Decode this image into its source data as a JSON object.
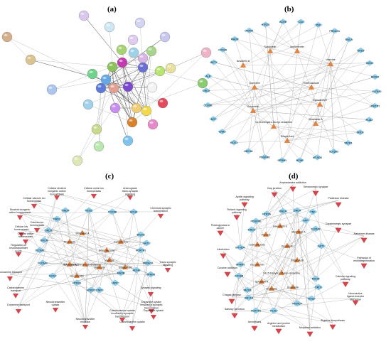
{
  "panels": [
    {
      "id": "a",
      "letter": "(a)"
    },
    {
      "id": "b",
      "letter": "(b)"
    },
    {
      "id": "c",
      "letter": "(c)"
    },
    {
      "id": "d",
      "letter": "(d)"
    }
  ],
  "panel_b": {
    "targets": [
      "TNF",
      "PRKACA",
      "SNCA",
      "DRD3",
      "NOS2",
      "NR3C2",
      "SLC6A2",
      "HCRTR1",
      "PLAU",
      "DRD1",
      "TACR1",
      "SLC6A3",
      "MT-ND4",
      "BCHE",
      "OPRM1",
      "PDGFRB",
      "AMY1A",
      "NOS1",
      "CNR1",
      "APP",
      "COX8B",
      "DRD4",
      "ALB",
      "AKT1",
      "HTR2A",
      "MAOB",
      "DRMT1",
      "HTR2C",
      "ACHE",
      "CA4"
    ],
    "compounds": [
      "Scopoletin",
      "Isocorilentin",
      "Isovalerin A",
      "Vasicine",
      "Quercetin",
      "Enterolactone",
      "Ganoderin E",
      "Scopoletin",
      "Biochanin A",
      "14,15-Dehydro-16-epi-vincamine",
      "Ellagic Acid"
    ]
  },
  "panel_c": {
    "targets": [
      "DRD4",
      "NOS2",
      "COX8B",
      "BCHE",
      "DRD1",
      "DRD3",
      "SNCA",
      "TACR1",
      "SLC6A2",
      "SLC6A3",
      "NOS1",
      "HTR2A",
      "HTR2C",
      "CNR1",
      "APP",
      "PRKACA",
      "ACHE",
      "OPRM1",
      "MAOB",
      "HCRTR1",
      "AKT1"
    ],
    "compounds": [
      "Biochanin A",
      "Scopoletin",
      "Ganoderin E",
      "Enterolactone",
      "Vasicine",
      "Isocorilentin",
      "14,15-Dehydro-16-epi-vincamine",
      "Ellagic Acid",
      "Isovalerin A",
      "Quercetin"
    ],
    "pathways": [
      "Cellular divalent inorganic cation homeostasis",
      "Cellular metal ion homeostasis",
      "Anterograde trans-synaptic signaling",
      "Cellular calcium ion homeostasis",
      "Divalent inorganic cation homeostasis",
      "Chemical synaptic transmission",
      "Cellular ion homeostasis",
      "Calcium ion homeostasis",
      "Cellular cation homeostasis",
      "Regulation of neurotransmitter levels",
      "Trans-synaptic signaling",
      "Monoamine transport",
      "Synaptic signaling",
      "Catecholamine transport",
      "Dopamine transport",
      "Dopamine uptake involved in synaptic transmission",
      "Dopamine uptake",
      "Neurotransmitter uptake",
      "Neurotransmitter reuptake",
      "Catecholamine uptake involved in synaptic transmission",
      "Catecholamine uptake"
    ]
  },
  "panel_d": {
    "targets": [
      "SNCA",
      "DRD4",
      "TNF",
      "HTR2A",
      "APP",
      "PDGFRB",
      "SLC6A3",
      "DRD3",
      "AKT1",
      "MT-ND4",
      "OPRM1",
      "MAOB",
      "COX8B",
      "DRD1",
      "TACR1",
      "NOS2",
      "AMY1A",
      "PRKACA",
      "HCRTR1",
      "PLAU"
    ],
    "compounds": [
      "Vasicine",
      "Ganoderin E",
      "Biochanin A",
      "Enterolactone",
      "Scopoletin",
      "Isocorilentin",
      "Ellagic Acid",
      "14,15-Dehydro-16-epi-vincamine",
      "Isovalerin A",
      "Quercetin",
      "Scopoletin"
    ],
    "pathways": [
      "Gap junction",
      "Amphetamine addiction",
      "Serotonergic synapse",
      "Apelin signaling pathway",
      "Parkinson disease",
      "Relaxin signaling pathway",
      "Dopaminergic synapse",
      "Proteoglycans in cancer",
      "Alzheimer disease",
      "Alcoholism",
      "Pathways of neurodegeneration",
      "Cocaine addiction",
      "Calcium signaling pathway",
      "Chagas disease",
      "Neuroactive ligand-receptor interaction",
      "Salivary secretion",
      "Amoebiasis",
      "Arginine and proline metabolism",
      "Morphine addiction",
      "Arginine biosynthesis"
    ]
  }
}
